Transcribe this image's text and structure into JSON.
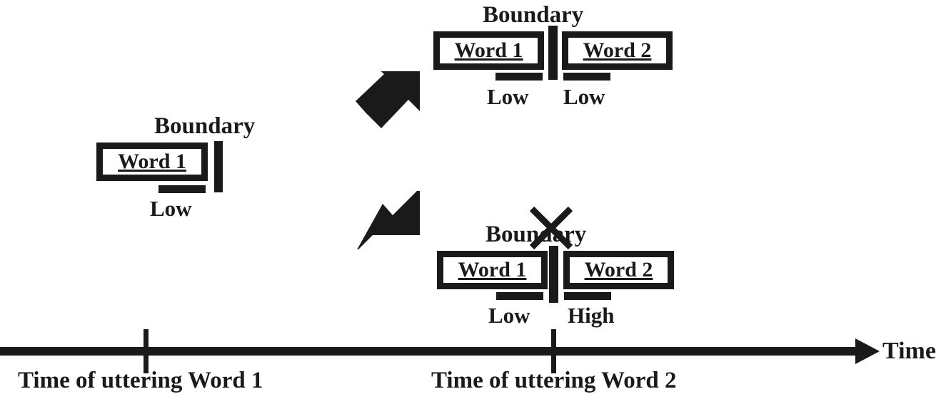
{
  "diagram": {
    "title_absent": true,
    "axis": {
      "label": "Time",
      "ticks": [
        {
          "id": "tick-word1",
          "label": "Time of uttering Word 1"
        },
        {
          "id": "tick-word2",
          "label": "Time of uttering Word 2"
        }
      ]
    },
    "groups": [
      {
        "id": "initial-state",
        "boundary_label": "Boundary",
        "boundary_crossed_out": false,
        "words": [
          {
            "id": "word-1",
            "label": "Word 1",
            "tone": "Low"
          }
        ]
      },
      {
        "id": "outcome-low-low",
        "boundary_label": "Boundary",
        "boundary_crossed_out": false,
        "words": [
          {
            "id": "word-1",
            "label": "Word 1",
            "tone": "Low"
          },
          {
            "id": "word-2",
            "label": "Word 2",
            "tone": "Low"
          }
        ]
      },
      {
        "id": "outcome-low-high",
        "boundary_label": "Boundary",
        "boundary_crossed_out": true,
        "words": [
          {
            "id": "word-1",
            "label": "Word 1",
            "tone": "Low"
          },
          {
            "id": "word-2",
            "label": "Word 2",
            "tone": "High"
          }
        ]
      }
    ],
    "arrows": [
      {
        "id": "arrow-upper",
        "direction": "up-right"
      },
      {
        "id": "arrow-lower",
        "direction": "down-right"
      }
    ],
    "colors": {
      "ink": "#1a1a1a",
      "background": "#ffffff"
    }
  }
}
